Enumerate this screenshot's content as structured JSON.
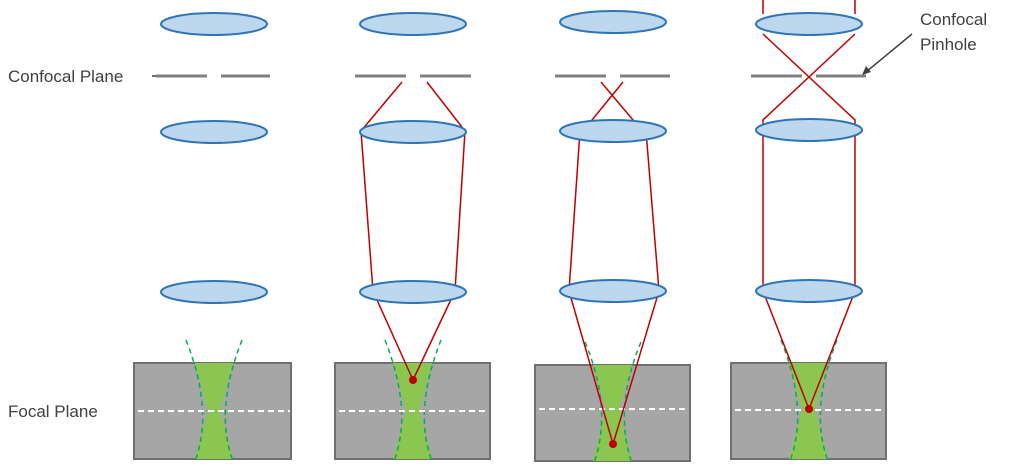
{
  "labels": {
    "confocal_plane": "Confocal Plane",
    "focal_plane": "Focal Plane",
    "pinhole_line1": "Confocal",
    "pinhole_line2": "Pinhole"
  },
  "colors": {
    "lens_fill": "#bdd7ee",
    "lens_stroke": "#2e75b6",
    "ray": "#c00000",
    "sample_fill": "#a6a6a6",
    "sample_stroke": "#707070",
    "cone_fill": "#8ac650",
    "cone_stroke": "#00b050",
    "pinhole": "#7f7f7f",
    "focal_line": "#ffffff"
  },
  "panels": [
    {
      "id": "no-light"
    },
    {
      "id": "above-focus"
    },
    {
      "id": "below-focus"
    },
    {
      "id": "in-focus"
    }
  ]
}
